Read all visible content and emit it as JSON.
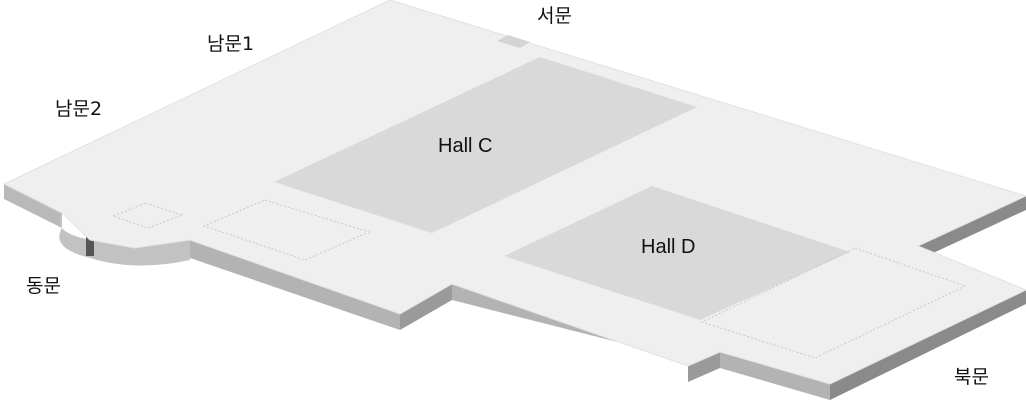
{
  "map": {
    "halls": [
      {
        "id": "hall-c",
        "label": "Hall C"
      },
      {
        "id": "hall-d",
        "label": "Hall D"
      }
    ],
    "gates": {
      "south_1": "남문1",
      "south_2": "남문2",
      "west": "서문",
      "east": "동문",
      "north": "북문"
    },
    "colors": {
      "floor_top": "#efefef",
      "wall_front": "#b8b8b8",
      "wall_right": "#8e8e8e",
      "hall_fill": "#d9d9d9"
    }
  }
}
